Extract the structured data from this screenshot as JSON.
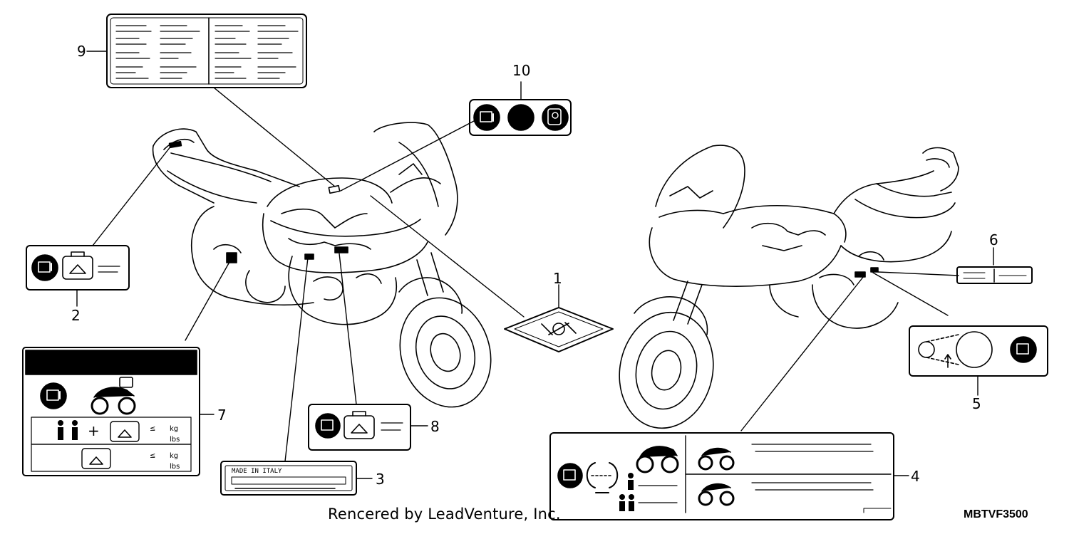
{
  "callouts": {
    "c1": "1",
    "c2": "2",
    "c3": "3",
    "c4": "4",
    "c5": "5",
    "c6": "6",
    "c7": "7",
    "c8": "8",
    "c9": "9",
    "c10": "10"
  },
  "label_texts": {
    "weight_unit_kg": "kg",
    "weight_unit_lb": "lbs",
    "vin_plate_text": "MADE IN ITALY",
    "plus_sign": "+"
  },
  "footer": {
    "credit": "Rencered by LeadVenture, Inc.",
    "diagram_code": "MBTVF3500"
  }
}
